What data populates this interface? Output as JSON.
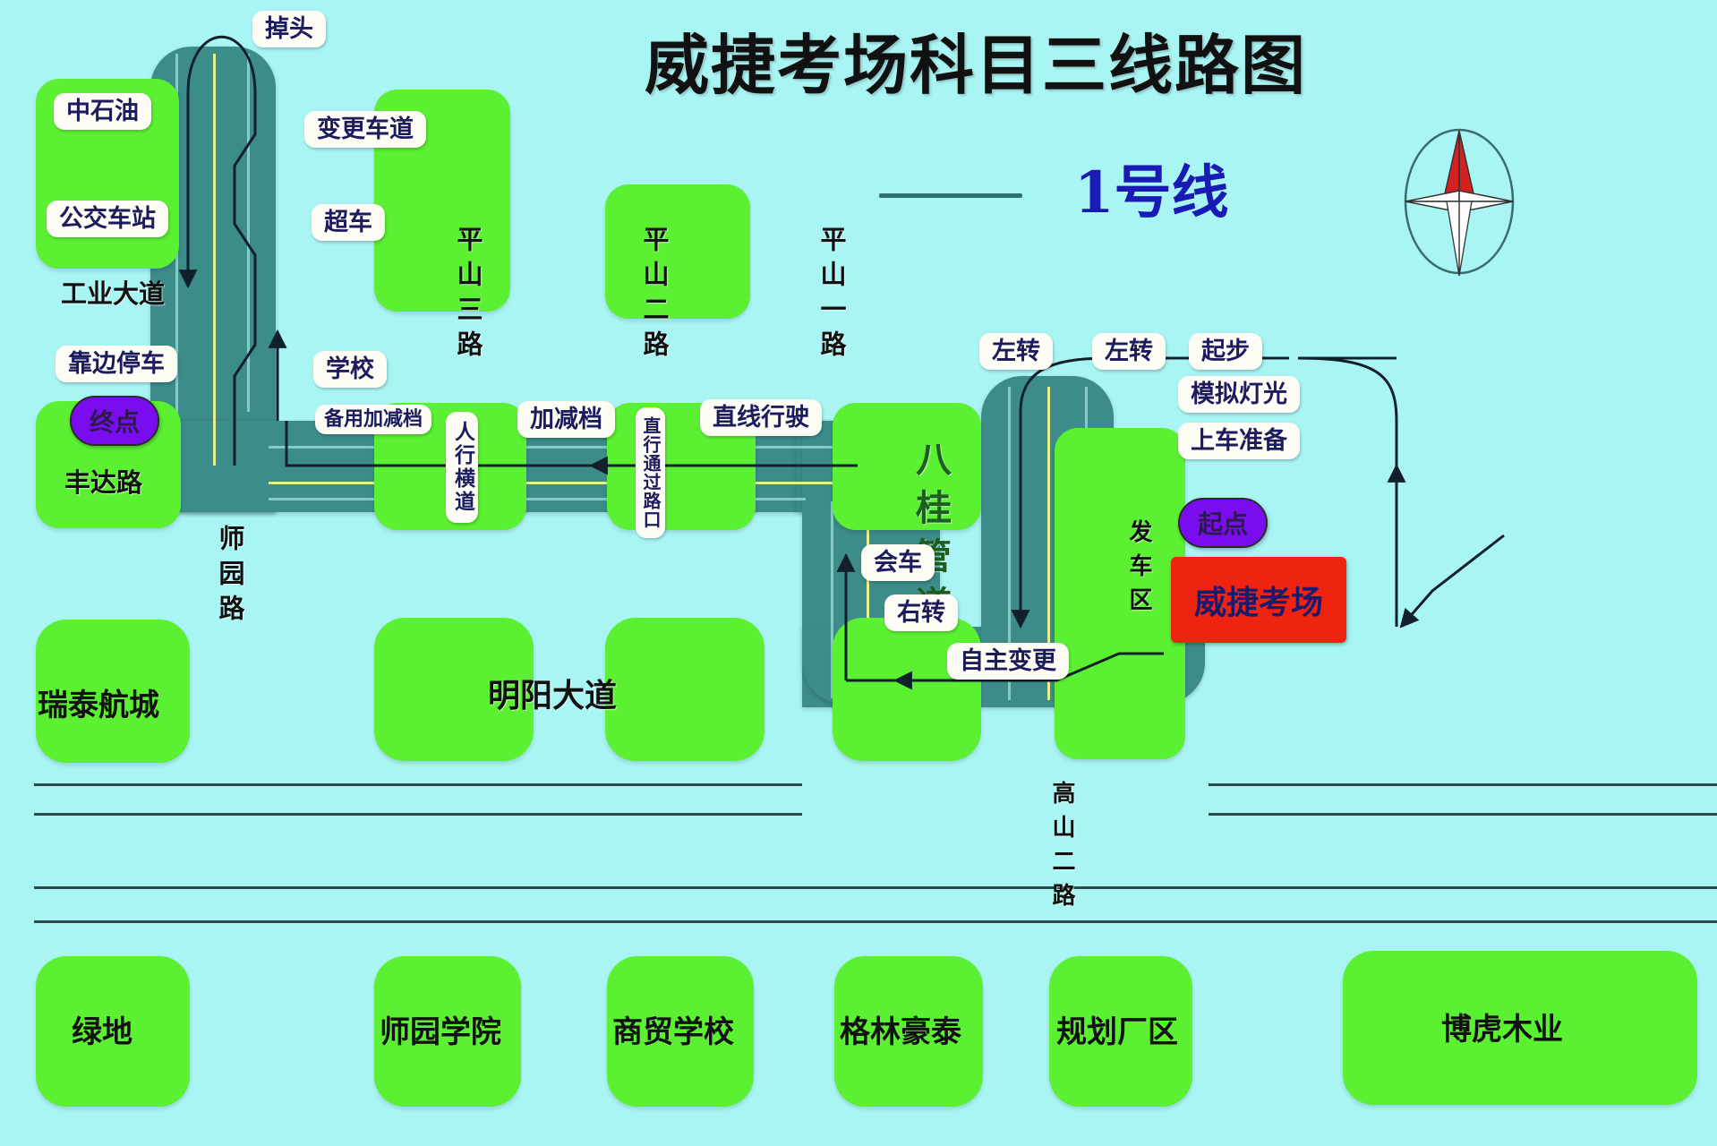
{
  "title": "威捷考场科目三线路图",
  "legend": {
    "line_label": "1号线",
    "line_color": "#2f7070"
  },
  "compass": {
    "name": "compass-rose",
    "north_color": "#d42020"
  },
  "colors": {
    "background": "#a9f5f4",
    "block_green": "#5cf032",
    "road": "#3c8c8a",
    "badge_bg": "#fdfdf5",
    "badge_text": "#1b1b5e",
    "start_node": "#7a0df0",
    "end_node": "#7a0df0",
    "exam_center": "#ef2410"
  },
  "streets": [
    {
      "id": "gongye-dadao",
      "label": "工业大道"
    },
    {
      "id": "fengda-lu",
      "label": "丰达路"
    },
    {
      "id": "shiyuan-lu",
      "label": "师园路"
    },
    {
      "id": "pingshan-3",
      "label": "平山三路"
    },
    {
      "id": "pingshan-2",
      "label": "平山二路"
    },
    {
      "id": "pingshan-1",
      "label": "平山一路"
    },
    {
      "id": "mingyang-dadao",
      "label": "明阳大道"
    },
    {
      "id": "gaoshan-2",
      "label": "高山二路"
    },
    {
      "id": "fache-qu",
      "label": "发车区"
    }
  ],
  "landmarks": [
    {
      "id": "zhongshiyou",
      "label": "中石油"
    },
    {
      "id": "gongjiaochezhan",
      "label": "公交车站"
    },
    {
      "id": "ruitai",
      "label": "瑞泰航城"
    },
    {
      "id": "xuexiao",
      "label": "学校"
    },
    {
      "id": "bagui",
      "label": "八桂管道"
    },
    {
      "id": "lvdi",
      "label": "绿地"
    },
    {
      "id": "shiyuanxueyuan",
      "label": "师园学院"
    },
    {
      "id": "shangmao",
      "label": "商贸学校"
    },
    {
      "id": "gelinhaotai",
      "label": "格林豪泰"
    },
    {
      "id": "guihuachangqu",
      "label": "规划厂区"
    },
    {
      "id": "bohumuye",
      "label": "博虎木业"
    },
    {
      "id": "weijiekaochang",
      "label": "威捷考场"
    }
  ],
  "maneuvers": [
    {
      "id": "diaotou",
      "label": "掉头"
    },
    {
      "id": "biangengchedao",
      "label": "变更车道"
    },
    {
      "id": "chaoche",
      "label": "超车"
    },
    {
      "id": "beiyongjiajiandang",
      "label": "备用加减档"
    },
    {
      "id": "renxinghengdao",
      "label": "人行横道"
    },
    {
      "id": "jiajiandang",
      "label": "加减档"
    },
    {
      "id": "zhixingtongguolukou",
      "label": "直行通过路口"
    },
    {
      "id": "zhixianxingshi",
      "label": "直线行驶"
    },
    {
      "id": "huiche",
      "label": "会车"
    },
    {
      "id": "youzhuan",
      "label": "右转"
    },
    {
      "id": "zizhubiangeng",
      "label": "自主变更"
    },
    {
      "id": "zuozhuan-1",
      "label": "左转"
    },
    {
      "id": "zuozhuan-2",
      "label": "左转"
    },
    {
      "id": "qibu",
      "label": "起步"
    },
    {
      "id": "moniedengguang",
      "label": "模拟灯光"
    },
    {
      "id": "shangchezhunbei",
      "label": "上车准备"
    },
    {
      "id": "kaobiantingche",
      "label": "靠边停车"
    }
  ],
  "nodes": {
    "start": "起点",
    "end": "终点"
  },
  "chart_data": {
    "type": "diagram",
    "title": "威捷考场科目三线路图",
    "route_name": "1号线",
    "route_sequence": [
      "上车准备",
      "模拟灯光",
      "起步",
      "左转",
      "左转",
      "自主变更",
      "右转",
      "会车",
      "直线行驶",
      "直行通过路口",
      "加减档",
      "人行横道",
      "备用加减档",
      "学校",
      "超车",
      "变更车道",
      "掉头",
      "靠边停车",
      "终点"
    ],
    "start_point": "起点",
    "end_point": "终点"
  }
}
